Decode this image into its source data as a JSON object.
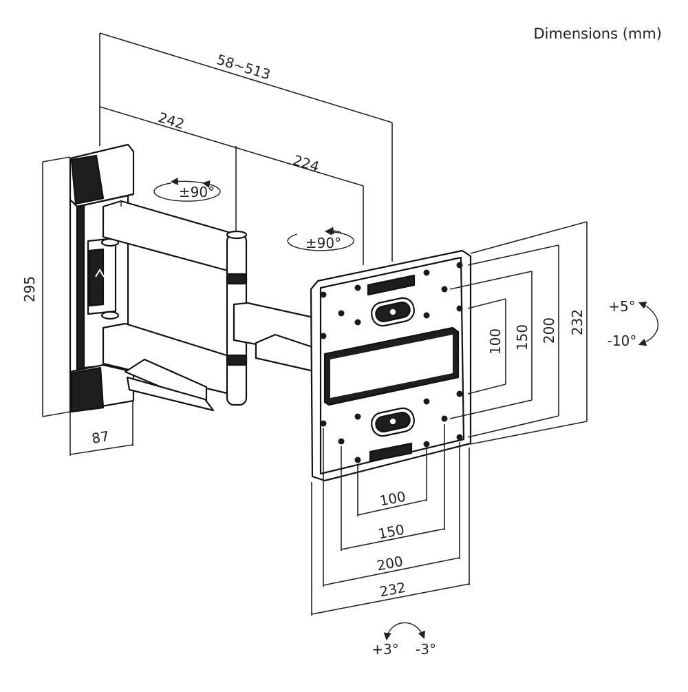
{
  "title": "Dimensions (mm)",
  "dimensions": {
    "arm_reach": "58~513",
    "arm_segment_1": "242",
    "arm_segment_2": "224",
    "wall_plate_height": "295",
    "wall_plate_depth": "87",
    "vesa_v_100": "100",
    "vesa_v_150": "150",
    "vesa_v_200": "200",
    "vesa_v_232": "232",
    "vesa_h_100": "100",
    "vesa_h_150": "150",
    "vesa_h_200": "200",
    "vesa_h_232": "232"
  },
  "rotations": {
    "swivel_1": "±90°",
    "swivel_2": "±90°",
    "tilt_up": "+5°",
    "tilt_down": "-10°",
    "roll_plus": "+3°",
    "roll_minus": "-3°"
  }
}
